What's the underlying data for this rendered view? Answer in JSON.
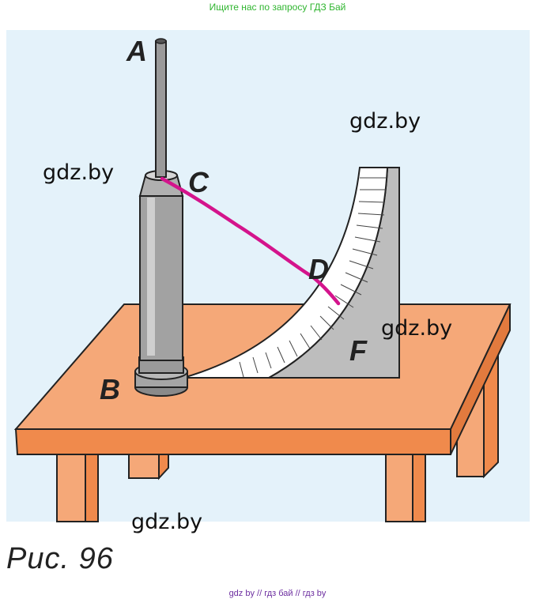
{
  "banner": "Ищите нас по запросу ГДЗ Бай",
  "watermarks": [
    "gdz.by",
    "gdz.by",
    "gdz.by",
    "gdz.by"
  ],
  "labels": {
    "a": "A",
    "b": "B",
    "c": "C",
    "d": "D",
    "f": "F"
  },
  "caption": "Рис. 96",
  "footer": "gdz by  //  гдз бай  //  гдз by",
  "colors": {
    "background": "#e4f2fa",
    "table_top": "#f5a878",
    "table_edge": "#f08a4c",
    "rod": "#9a9a9a",
    "ramp": "#bdbdbd",
    "string": "#d4148c",
    "banner_text": "#2fb52f",
    "footer_text": "#6d2fa0"
  }
}
